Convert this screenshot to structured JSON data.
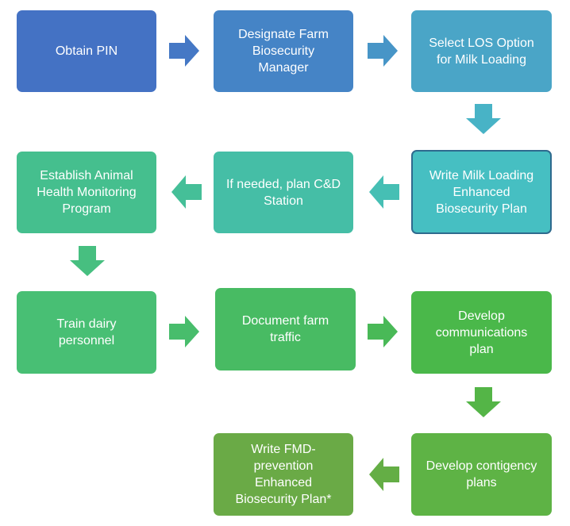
{
  "steps": {
    "s1": "Obtain PIN",
    "s2": "Designate Farm\nBiosecurity\nManager",
    "s3": "Select LOS Option\nfor Milk Loading",
    "s4": "Write Milk Loading\nEnhanced\nBiosecurity Plan",
    "s5": "If needed, plan C&D\nStation",
    "s6": "Establish Animal\nHealth Monitoring\nProgram",
    "s7": "Train dairy\npersonnel",
    "s8": "Document farm\ntraffic",
    "s9": "Develop\ncommunications\nplan",
    "s10": "Develop contigency\nplans",
    "s11": "Write FMD-\nprevention\nEnhanced\nBiosecurity Plan*"
  },
  "colors": {
    "s1": "#4472c4",
    "s2": "#4584c6",
    "s3": "#4aa5c7",
    "s4": "#46bfc2",
    "s5": "#45bea6",
    "s6": "#45bf8e",
    "s7": "#48bf74",
    "s8": "#48bb63",
    "s9": "#4ab84a",
    "s10": "#5eb345",
    "s11": "#6aaa46"
  }
}
